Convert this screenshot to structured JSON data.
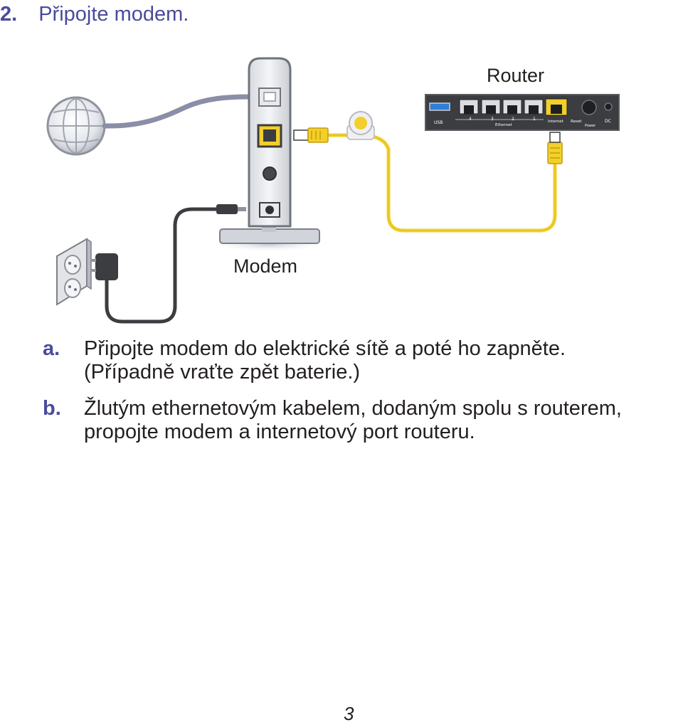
{
  "step": {
    "number": "2.",
    "title": "Připojte modem."
  },
  "diagram": {
    "router_label": "Router",
    "modem_label": "Modem",
    "router_ports": {
      "usb": "USB",
      "p4": "4",
      "p3": "3",
      "p2": "2",
      "p1": "1",
      "ethernet": "Ethernet",
      "internet": "Internet",
      "reset": "Reset",
      "power": "Power",
      "dc": "DC"
    },
    "colors": {
      "heading": "#4a4b9b",
      "ethernet_cable": "#f2cf2a",
      "router_body": "#3c3d40"
    }
  },
  "instructions": [
    {
      "marker": "a.",
      "line1": "Připojte modem do elektrické sítě a poté ho zapněte.",
      "line2": "(Případně vraťte zpět baterie.)"
    },
    {
      "marker": "b.",
      "line1": "Žlutým ethernetovým kabelem, dodaným spolu s routerem,",
      "line2": "propojte modem a internetový port routeru."
    }
  ],
  "page_number": "3"
}
